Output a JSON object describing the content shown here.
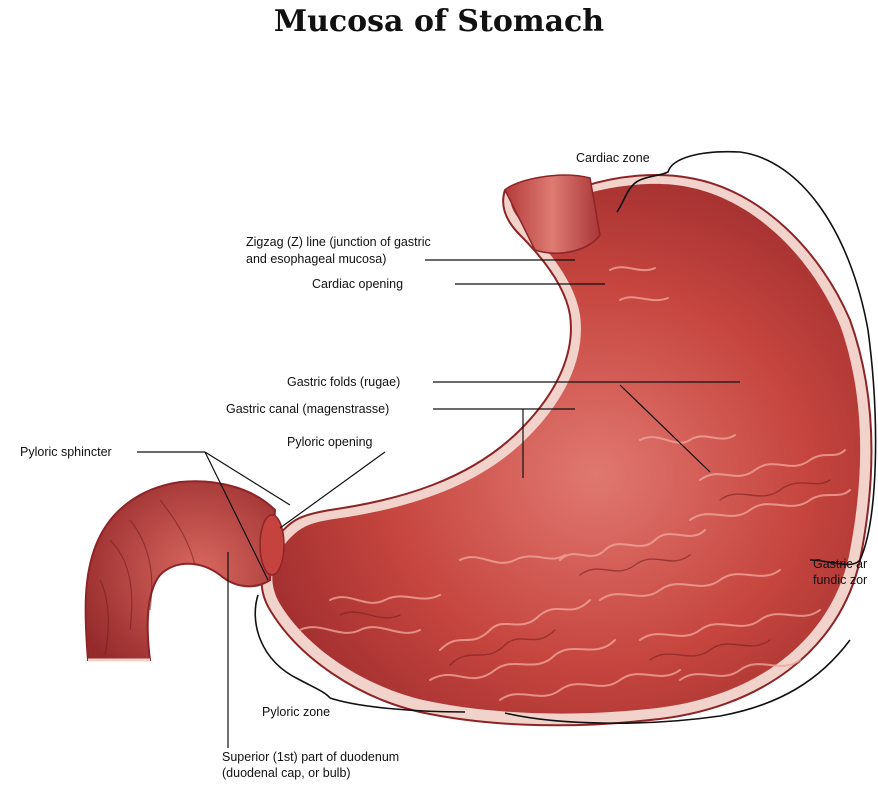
{
  "title": "Mucosa of Stomach",
  "labels": {
    "cardiac_zone": "Cardiac zone",
    "zigzag_line_1": "Zigzag (Z) line (junction of gastric",
    "zigzag_line_2": "and esophageal mucosa)",
    "cardiac_opening": "Cardiac opening",
    "gastric_folds": "Gastric folds (rugae)",
    "gastric_canal": "Gastric canal (magenstrasse)",
    "pyloric_sphincter": "Pyloric sphincter",
    "pyloric_opening": "Pyloric opening",
    "gastric_fundic_1": "Gastric ar",
    "gastric_fundic_2": "fundic zor",
    "pyloric_zone": "Pyloric zone",
    "duodenum_1": "Superior (1st) part of duodenum",
    "duodenum_2": "(duodenal cap, or bulb)"
  },
  "colors": {
    "mucosa": "#c8494a",
    "mucosa_dark": "#8e2427",
    "mucosa_light": "#e58a83",
    "wall": "#f3d6cf",
    "leader": "#111111"
  }
}
